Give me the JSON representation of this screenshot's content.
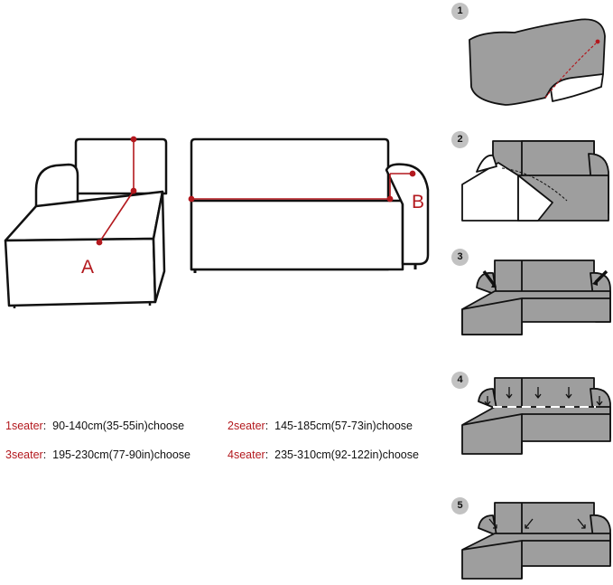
{
  "measure": {
    "corner_letter": "A",
    "sofa_letter": "B",
    "accent_color": "#b3191e"
  },
  "sizes": [
    {
      "key": "1seater",
      "sep": ":",
      "value": "90-140cm(35-55in)choose"
    },
    {
      "key": "2seater",
      "sep": ":",
      "value": "145-185cm(57-73in)choose"
    },
    {
      "key": "3seater",
      "sep": ":",
      "value": "195-230cm(77-90in)choose"
    },
    {
      "key": "4seater",
      "sep": ":",
      "value": "235-310cm(92-122in)choose"
    }
  ],
  "steps": [
    "1",
    "2",
    "3",
    "4",
    "5"
  ],
  "colors": {
    "cover_gray": "#9e9e9e",
    "outline": "#111111",
    "badge": "#c2c2c2"
  }
}
